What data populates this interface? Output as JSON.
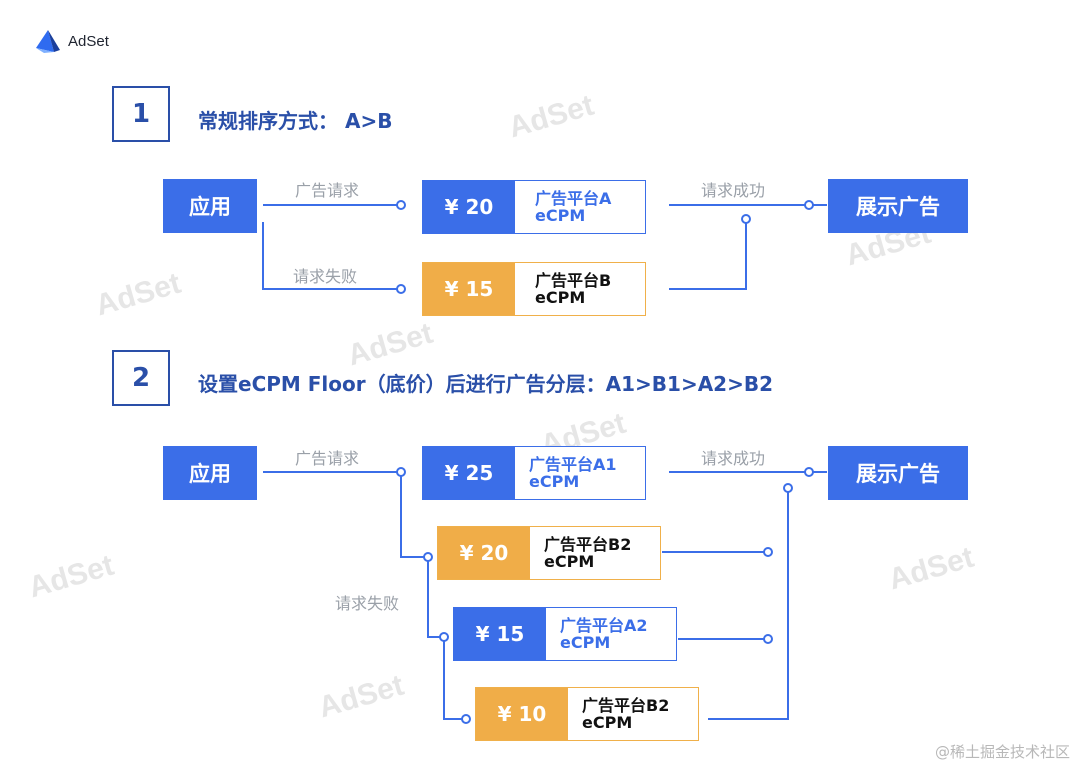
{
  "brand": {
    "name": "AdSet",
    "watermark": "AdSet"
  },
  "section1": {
    "number": "1",
    "heading": "常规排序方式：  A>B",
    "app": "应用",
    "show": "展示广告",
    "label_request": "广告请求",
    "label_fail": "请求失败",
    "label_success": "请求成功",
    "platforms": [
      {
        "price": "¥ 20",
        "name": "广告平台A",
        "metric": "eCPM"
      },
      {
        "price": "¥ 15",
        "name": "广告平台B",
        "metric": "eCPM"
      }
    ]
  },
  "section2": {
    "number": "2",
    "heading": "设置eCPM Floor（底价）后进行广告分层：A1>B1>A2>B2",
    "app": "应用",
    "show": "展示广告",
    "label_request": "广告请求",
    "label_fail": "请求失败",
    "label_success": "请求成功",
    "platforms": [
      {
        "price": "¥ 25",
        "name": "广告平台A1",
        "metric": "eCPM"
      },
      {
        "price": "¥ 20",
        "name": "广告平台B2",
        "metric": "eCPM"
      },
      {
        "price": "¥ 15",
        "name": "广告平台A2",
        "metric": "eCPM"
      },
      {
        "price": "¥ 10",
        "name": "广告平台B2",
        "metric": "eCPM"
      }
    ]
  },
  "footer": "@稀土掘金技术社区",
  "colors": {
    "blue": "#3b6ee8",
    "dark_blue": "#2a4fa8",
    "orange": "#f0ad48",
    "line": "#3b6ee8"
  }
}
